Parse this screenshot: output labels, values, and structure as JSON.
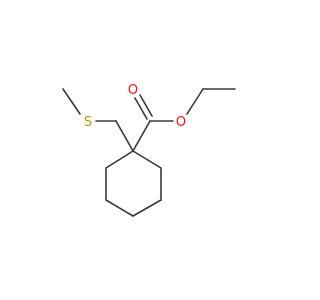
{
  "structure": {
    "atoms": {
      "sulfur": {
        "symbol": "S",
        "color": "#b5a000"
      },
      "carbonyl_oxygen": {
        "symbol": "O",
        "color": "#ff0d0d"
      },
      "ester_oxygen": {
        "symbol": "O",
        "color": "#ff0d0d"
      }
    },
    "bond_color": "#3a3a3a"
  }
}
